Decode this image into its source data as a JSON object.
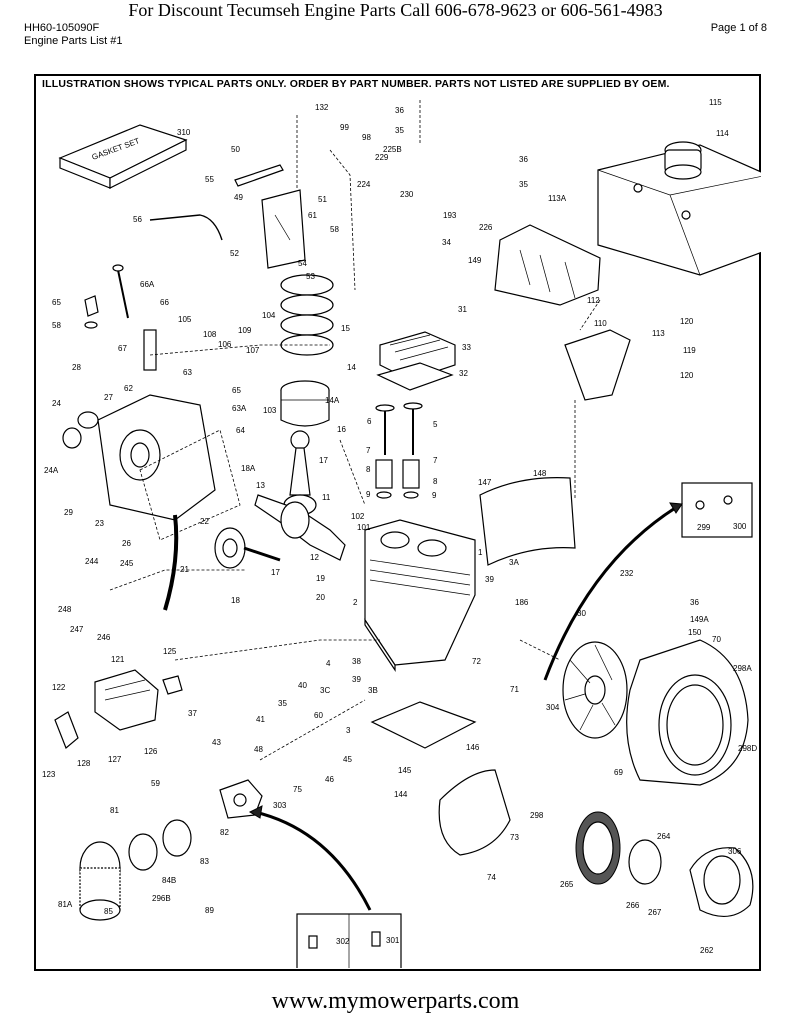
{
  "header": {
    "banner": "For  Discount Tecumseh Engine Parts Call 606-678-9623 or 606-561-4983",
    "doc_id": "HH60-105090F",
    "page": "Page 1 of 8",
    "list_name": "Engine Parts List #1"
  },
  "diagram": {
    "note": "ILLUSTRATION SHOWS TYPICAL PARTS ONLY. ORDER BY PART NUMBER. PARTS NOT LISTED ARE SUPPLIED BY OEM.",
    "gasket_text": "GASKET SET",
    "labels": {
      "l132": "132",
      "l310": "310",
      "l36": "36",
      "l115": "115",
      "l114": "114",
      "l50": "50",
      "l99": "99",
      "l98": "98",
      "l225b": "225B",
      "l229": "229",
      "l55": "55",
      "l224": "224",
      "l49": "49",
      "l230": "230",
      "l35": "35",
      "l113a": "113A",
      "l51": "51",
      "l61": "61",
      "l56": "56",
      "l193": "193",
      "l226": "226",
      "l58": "58",
      "l34": "34",
      "l52": "52",
      "l149": "149",
      "l54": "54",
      "l53": "53",
      "l66a": "66A",
      "l65": "65",
      "l66": "66",
      "l58b": "58",
      "l105": "105",
      "l104": "104",
      "l15": "15",
      "l31": "31",
      "l112": "112",
      "l110": "110",
      "l113": "113",
      "l120": "120",
      "l119": "119",
      "l120b": "120",
      "l108": "108",
      "l109": "109",
      "l106": "106",
      "l67": "67",
      "l107": "107",
      "l33": "33",
      "l28": "28",
      "l63": "63",
      "l65b": "65",
      "l32": "32",
      "l14": "14",
      "l62": "62",
      "l27": "27",
      "l24": "24",
      "l63a": "63A",
      "l64": "64",
      "l103": "103",
      "l14a": "14A",
      "l16": "16",
      "l6": "6",
      "l5": "5",
      "l24a": "24A",
      "l18a": "18A",
      "l17": "17",
      "l7": "7",
      "l7b": "7",
      "l8": "8",
      "l8b": "8",
      "l148": "148",
      "l147": "147",
      "l13": "13",
      "l11": "11",
      "l9": "9",
      "l9b": "9",
      "l29": "29",
      "l23": "23",
      "l22": "22",
      "l102": "102",
      "l101": "101",
      "l299": "299",
      "l300": "300",
      "l26": "26",
      "l12": "12",
      "l1": "1",
      "l3a": "3A",
      "l21": "21",
      "l244": "244",
      "l245": "245",
      "l17b": "17",
      "l19": "19",
      "l39": "39",
      "l232": "232",
      "l248": "248",
      "l247": "247",
      "l18": "18",
      "l20": "20",
      "l186": "186",
      "l2": "2",
      "l36b": "36",
      "l149a": "149A",
      "l246": "246",
      "l150": "150",
      "l30": "30",
      "l70": "70",
      "l125": "125",
      "l121": "121",
      "l38": "38",
      "l72": "72",
      "l298a": "298A",
      "l4": "4",
      "l40": "40",
      "l39b": "39",
      "l71": "71",
      "l122": "122",
      "l37": "37",
      "l35b": "35",
      "l3c": "3C",
      "l3b": "3B",
      "l304": "304",
      "l41": "41",
      "l60": "60",
      "l3": "3",
      "l127": "127",
      "l126": "126",
      "l128": "128",
      "l123": "123",
      "l43": "43",
      "l146": "146",
      "l298d": "298D",
      "l48": "48",
      "l45": "45",
      "l59": "59",
      "l46": "46",
      "l75": "75",
      "l145": "145",
      "l69": "69",
      "l144": "144",
      "l303": "303",
      "l298": "298",
      "l81": "81",
      "l82": "82",
      "l73": "73",
      "l264": "264",
      "l306": "306",
      "l83": "83",
      "l74": "74",
      "l84b": "84B",
      "l265": "265",
      "l266": "266",
      "l267": "267",
      "l81a": "81A",
      "l85": "85",
      "l296b": "296B",
      "l89": "89",
      "l302": "302",
      "l301": "301",
      "l262": "262"
    }
  },
  "footer": {
    "url": "www.mymowerparts.com"
  }
}
